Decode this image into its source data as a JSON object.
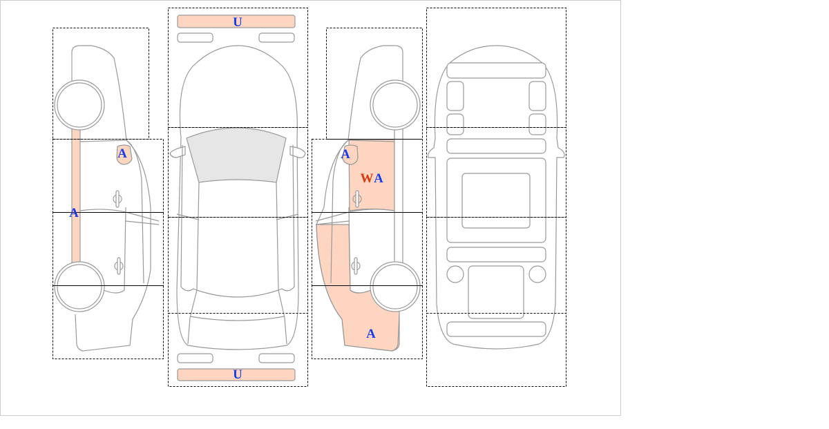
{
  "colors": {
    "damage_fill": "#fdd5c0",
    "code_blue": "#1a3ce8",
    "code_red": "#d83a10",
    "glass": "#e6e6e6"
  },
  "views": [
    "left-side",
    "top",
    "right-side",
    "underside"
  ],
  "marks": {
    "front_bumper": {
      "code": "U"
    },
    "rear_bumper": {
      "code": "U"
    },
    "left_mirror": {
      "code": "A"
    },
    "left_pillar": {
      "code": "A"
    },
    "right_mirror": {
      "code": "A"
    },
    "right_front_door": {
      "code_1": "W",
      "code_2": "A"
    },
    "right_rear_quarter": {
      "code": "A"
    }
  }
}
